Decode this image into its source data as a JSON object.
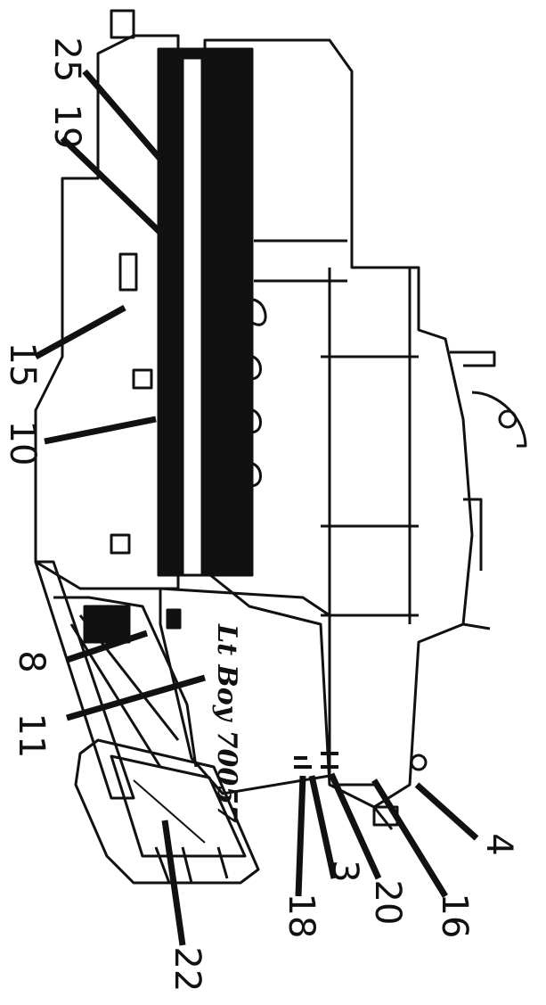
{
  "diagram": {
    "decal_text": "Lt Boy 70057",
    "callouts": [
      {
        "id": "25",
        "label": "25"
      },
      {
        "id": "19",
        "label": "19"
      },
      {
        "id": "15",
        "label": "15"
      },
      {
        "id": "10",
        "label": "10"
      },
      {
        "id": "8",
        "label": "8"
      },
      {
        "id": "11",
        "label": "11"
      },
      {
        "id": "22",
        "label": "22"
      },
      {
        "id": "18",
        "label": "18"
      },
      {
        "id": "3",
        "label": "3"
      },
      {
        "id": "20",
        "label": "20"
      },
      {
        "id": "16",
        "label": "16"
      },
      {
        "id": "4",
        "label": "4"
      }
    ]
  }
}
